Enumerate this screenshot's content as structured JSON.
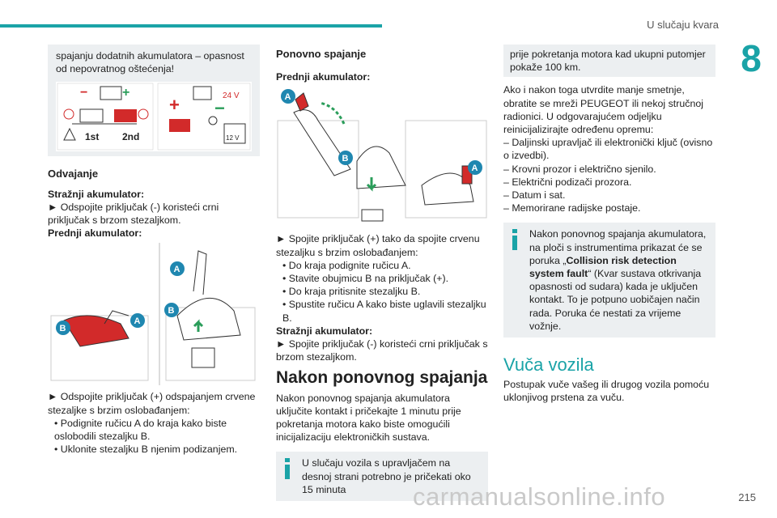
{
  "header": {
    "title": "U slučaju kvara",
    "chapter": "8"
  },
  "col1": {
    "warning_text": "spajanju dodatnih akumulatora – opasnost od nepovratnog oštećenja!",
    "warn_fig": {
      "left_labels": [
        "1st",
        "2nd"
      ],
      "right_label_v1": "24 V",
      "right_label_v2": "12 V"
    },
    "h_odvajanje": "Odvajanje",
    "rear_heading": "Stražnji akumulator:",
    "rear_step": "► Odspojite priključak (-) koristeći crni priključak s brzom stezaljkom.",
    "front_heading": "Prednji akumulator:",
    "fig_labels": [
      "A",
      "A",
      "B",
      "B"
    ],
    "front_step": "► Odspojite priključak (+) odspajanjem crvene stezaljke s brzim oslobađanjem:",
    "bullets": [
      "Podignite ručicu A do kraja kako biste oslobodili stezaljku B.",
      "Uklonite stezaljku B njenim podizanjem."
    ]
  },
  "col2": {
    "h_ponovno": "Ponovno spajanje",
    "front_heading": "Prednji akumulator:",
    "fig_labels": [
      "A",
      "B",
      "A"
    ],
    "front_step": "► Spojite priključak (+) tako da spojite crvenu stezaljku s brzim oslobađanjem:",
    "bullets": [
      "Do kraja podignite ručicu A.",
      "Stavite obujmicu B na priključak (+).",
      "Do kraja pritisnite stezaljku B.",
      "Spustite ručicu A kako biste uglavili stezaljku B."
    ],
    "rear_heading": "Stražnji akumulator:",
    "rear_step": "► Spojite priključak (-) koristeći crni priključak s brzom stezaljkom.",
    "h_nakon": "Nakon ponovnog spajanja",
    "nakon_text": "Nakon ponovnog spajanja akumulatora uključite kontakt i pričekajte 1 minutu prije pokretanja motora kako biste omogućili inicijalizaciju elektroničkih sustava.",
    "info_text": "U slučaju vozila s upravljačem na desnoj strani potrebno je pričekati oko 15 minuta"
  },
  "col3": {
    "cont_text": "prije pokretanja motora kad ukupni putomjer pokaže 100 km.",
    "para": "Ako i nakon toga utvrdite manje smetnje, obratite se mreži PEUGEOT ili nekoj stručnoj radionici. U odgovarajućem odjeljku reinicijalizirajte određenu opremu:",
    "dash_items": [
      "Daljinski upravljač ili elektronički ključ (ovisno o izvedbi).",
      "Krovni prozor i električno sjenilo.",
      "Električni podizači prozora.",
      "Datum i sat.",
      "Memorirane radijske postaje."
    ],
    "info_text1": "Nakon ponovnog spajanja akumulatora, na ploči s instrumentima prikazat će se poruka „",
    "info_bold": "Collision risk detection system fault",
    "info_text2": "“ (Kvar sustava otkrivanja opasnosti od sudara) kada je uključen kontakt. To je potpuno uobičajen način rada. Poruka će nestati za vrijeme vožnje.",
    "h_vuca": "Vuča vozila",
    "vuca_text": "Postupak vuče vašeg ili drugog vozila pomoću uklonjivog prstena za vuču."
  },
  "footer": {
    "page_number": "215",
    "watermark": "carmanualsonline.info"
  },
  "colors": {
    "accent": "#1aa3a7",
    "badge": "#1f87b0",
    "red": "#d22a2a",
    "box_bg": "#eceff1"
  }
}
